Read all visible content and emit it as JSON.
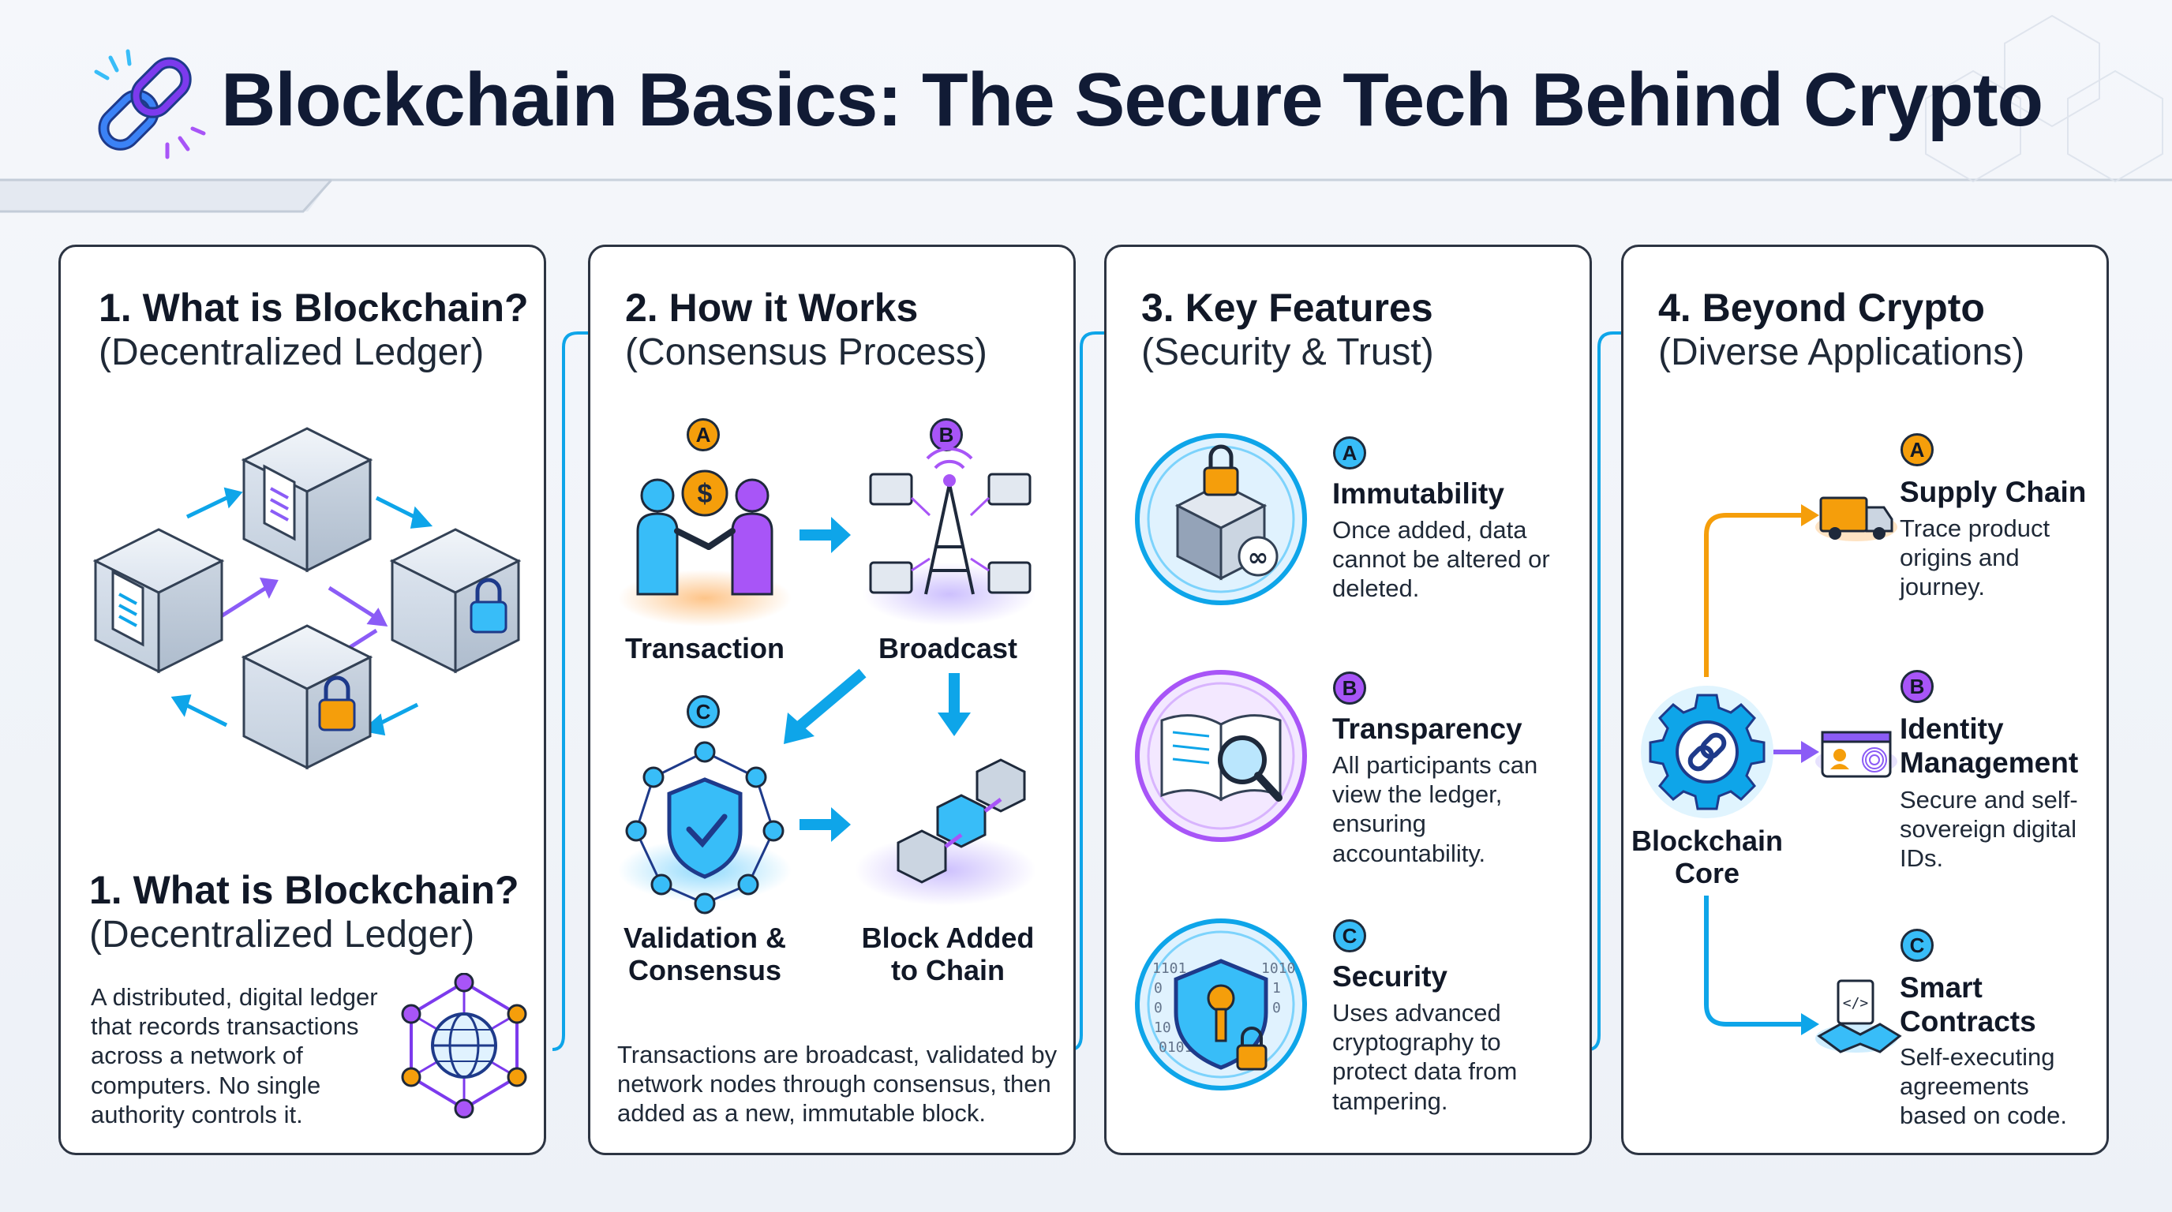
{
  "header": {
    "title": "Blockchain Basics: The Secure Tech Behind Crypto",
    "logo_icon": "chain-link-icon"
  },
  "colors": {
    "navy": "#111b35",
    "blue": "#0ea5e9",
    "purple": "#8b5cf6",
    "orange": "#f59e0b",
    "panel_border": "#2c3442"
  },
  "panels": [
    {
      "title": "1. What is Blockchain?",
      "subtitle": "(Decentralized Ledger)",
      "repeat_title": "1. What is Blockchain?",
      "repeat_subtitle": "(Decentralized Ledger)",
      "description": "A distributed, digital ledger that records transactions across a network of computers. No single authority controls it.",
      "icons": [
        "cube-network-icon",
        "document-icon",
        "padlock-icon",
        "globe-network-icon"
      ]
    },
    {
      "title": "2. How it Works",
      "subtitle": "(Consensus Process)",
      "steps": [
        {
          "badge": "A",
          "label": "Transaction",
          "icon": "people-exchange-icon"
        },
        {
          "badge": "B",
          "label": "Broadcast",
          "icon": "broadcast-tower-icon"
        },
        {
          "badge": "C",
          "label": "Validation & Consensus",
          "line1": "Validation &",
          "line2": "Consensus",
          "icon": "shield-network-icon"
        },
        {
          "badge": "",
          "label": "Block Added to Chain",
          "line1": "Block Added",
          "line2": "to Chain",
          "icon": "linked-blocks-icon"
        }
      ],
      "description": "Transactions are broadcast, validated by network nodes through consensus, then added as a new, immutable block."
    },
    {
      "title": "3. Key Features",
      "subtitle": "(Security & Trust)",
      "features": [
        {
          "badge": "A",
          "title": "Immutability",
          "text": "Once added, data cannot be altered or deleted.",
          "icon": "locked-cube-icon"
        },
        {
          "badge": "B",
          "title": "Transparency",
          "text": "All participants can view the ledger, ensuring accountability.",
          "icon": "magnifier-book-icon"
        },
        {
          "badge": "C",
          "title": "Security",
          "text": "Uses advanced cryptography to protect data from tampering.",
          "icon": "shield-key-icon"
        }
      ]
    },
    {
      "title": "4. Beyond Crypto",
      "subtitle": "(Diverse Applications)",
      "core": {
        "label_line1": "Blockchain",
        "label_line2": "Core",
        "icon": "gear-chain-icon"
      },
      "applications": [
        {
          "badge": "A",
          "title": "Supply Chain",
          "text": "Trace product origins and journey.",
          "icon": "truck-icon"
        },
        {
          "badge": "B",
          "title_line1": "Identity",
          "title_line2": "Management",
          "text": "Secure and self-sovereign digital IDs.",
          "icon": "id-card-icon"
        },
        {
          "badge": "C",
          "title_line1": "Smart",
          "title_line2": "Contracts",
          "text": "Self-executing agreements based on code.",
          "icon": "handshake-code-icon"
        }
      ]
    }
  ]
}
